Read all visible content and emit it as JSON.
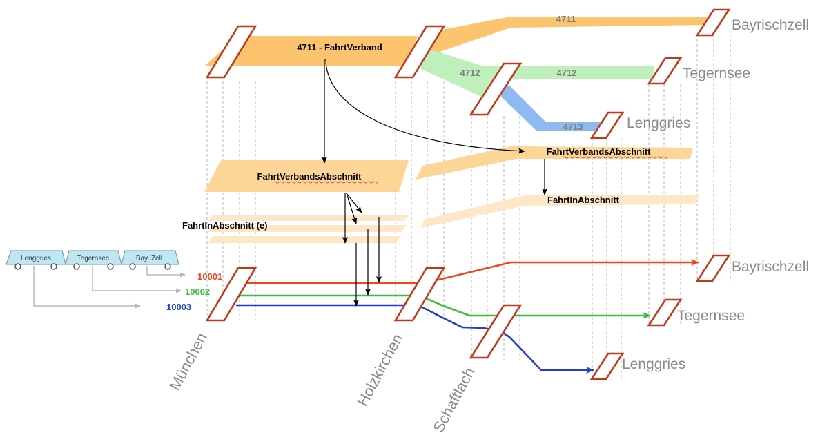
{
  "colors": {
    "verband_4711": "#fcc46e",
    "verband_4712": "#bff0bb",
    "verband_4713": "#8dbaf1",
    "abschnitt": "#fcd597",
    "fahrt_in_abschnitt": "#fde7c6",
    "train_10001": "#f0461e",
    "train_10002": "#3cbe3c",
    "train_10003": "#2040c8",
    "station_marker": "#c0391c",
    "label_grey": "#8a8a8a"
  },
  "labels": {
    "fahrtverband": "4711 - FahrtVerband",
    "fahrtverbandsabschnitt_left": "FahrtVerbandsAbschnitt",
    "fahrtverbandsabschnitt_right": "FahrtVerbandsAbschnitt",
    "fahrtinabschnitt_e": "FahrtInAbschnitt (e)",
    "fahrtinabschnitt": "FahrtInAbschnitt"
  },
  "verband_codes": {
    "c4711": "4711",
    "c4712_branch": "4712",
    "c4712": "4712",
    "c4713": "4713"
  },
  "destinations_top": {
    "bayrischzell": "Bayrischzell",
    "tegernsee": "Tegernsee",
    "lenggries": "Lenggries"
  },
  "destinations_bottom": {
    "bayrischzell": "Bayrischzell",
    "tegernsee": "Tegernsee",
    "lenggries": "Lenggries"
  },
  "trains": {
    "t10001": "10001",
    "t10002": "10002",
    "t10003": "10003"
  },
  "stations": {
    "muenchen": "München",
    "holzkirchen": "Holzkirchen",
    "schaftlach": "Schaftlach"
  },
  "wagons": {
    "w1": "Lenggries",
    "w2": "Tegernsee",
    "w3": "Bay. Zell"
  }
}
